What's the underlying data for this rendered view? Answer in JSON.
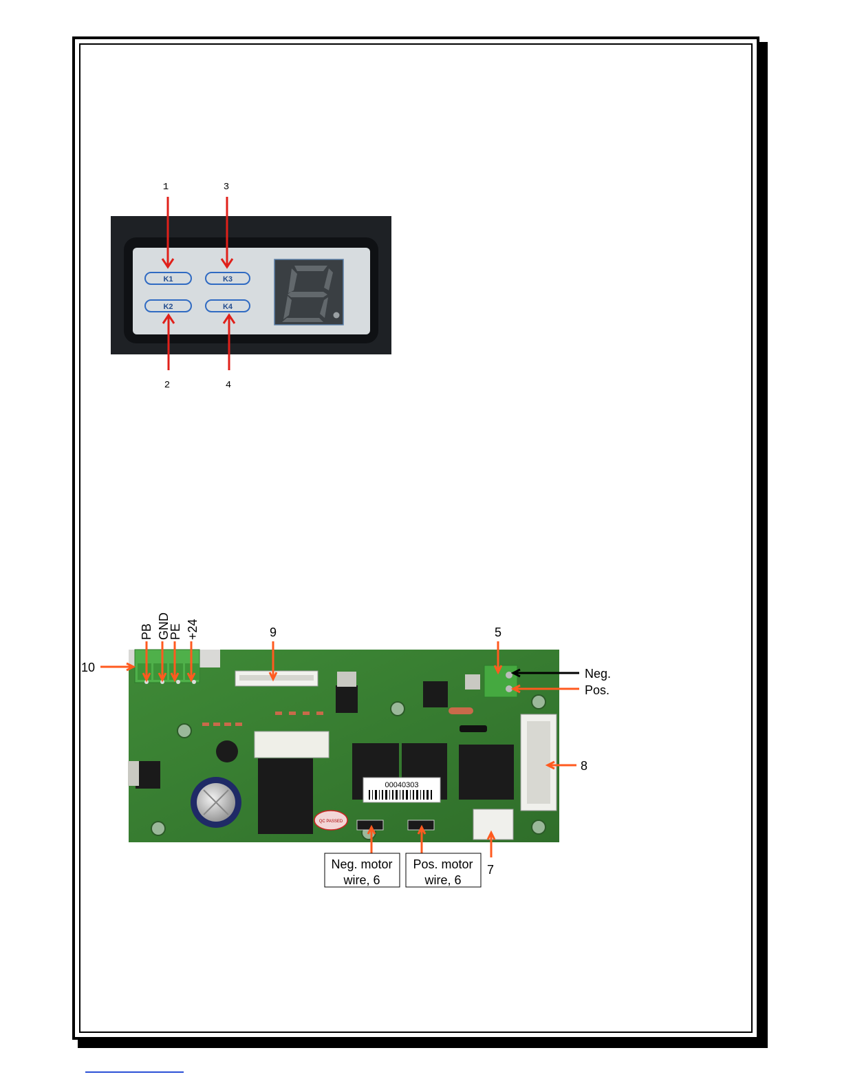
{
  "panel_figure": {
    "callouts": [
      "1",
      "2",
      "3",
      "4"
    ],
    "keys": [
      "K1",
      "K2",
      "K3",
      "K4"
    ]
  },
  "board_figure": {
    "connector_labels": [
      "PB",
      "GND",
      "PE",
      "+24"
    ],
    "callout_9": "9",
    "callout_5": "5",
    "callout_10": "10",
    "callout_8": "8",
    "callout_7": "7",
    "neg_label": "Neg.",
    "pos_label": "Pos.",
    "neg_motor_box": [
      "Neg. motor",
      "wire, 6"
    ],
    "pos_motor_box": [
      "Pos. motor",
      "wire, 6"
    ],
    "barcode_text": "00040303",
    "badge_text": "QC PASSED"
  }
}
